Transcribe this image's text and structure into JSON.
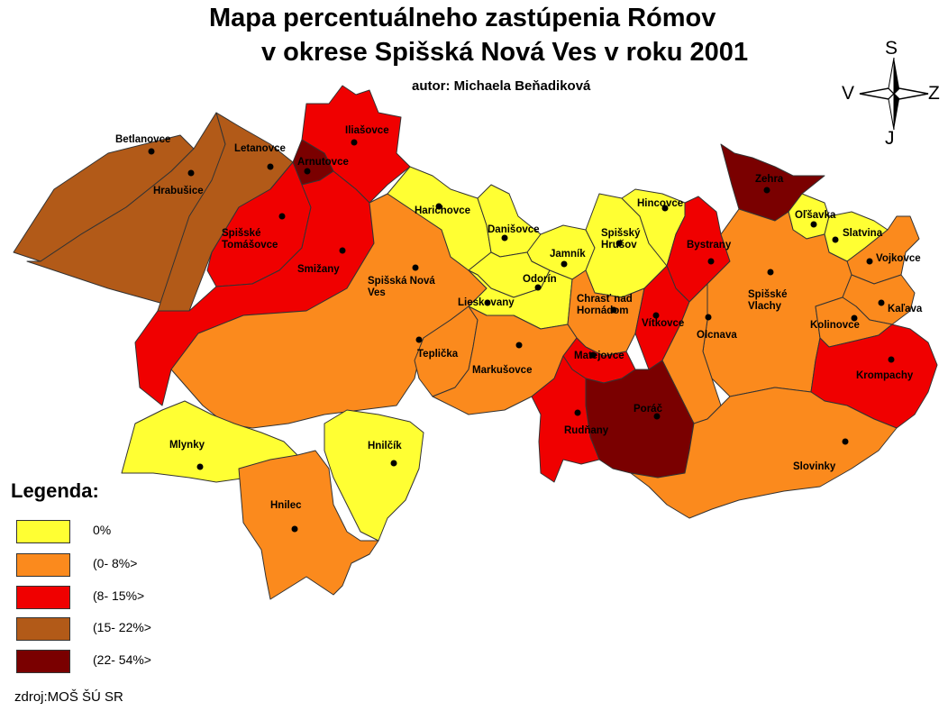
{
  "title_line1": "Mapa percentuálneho zastúpenia Rómov",
  "title_line2": "v okrese Spišská Nová Ves v roku 2001",
  "author": "autor: Michaela Beňadiková",
  "compass": {
    "north": "S",
    "south": "J",
    "west": "V",
    "east": "Z"
  },
  "legend": {
    "title": "Legenda:",
    "items": [
      {
        "label": "0%",
        "color": "#ffff33"
      },
      {
        "label": "(0- 8%>",
        "color": "#fb8a1d"
      },
      {
        "label": "(8- 15%>",
        "color": "#f00000"
      },
      {
        "label": "(15- 22%>",
        "color": "#b25a18"
      },
      {
        "label": "(22- 54%>",
        "color": "#7a0000"
      }
    ]
  },
  "source": "zdroj:MOŠ ŠÚ SR",
  "municipalities": [
    {
      "name": "Betlanovce",
      "class": 3
    },
    {
      "name": "Hrabušice",
      "class": 3
    },
    {
      "name": "Letanovce",
      "class": 3
    },
    {
      "name": "Iliašovce",
      "class": 2
    },
    {
      "name": "Arnutovce",
      "class": 4
    },
    {
      "name": "Spišské Tomášovce",
      "class": 2
    },
    {
      "name": "Smižany",
      "class": 2
    },
    {
      "name": "Spišská Nová Ves",
      "class": 1
    },
    {
      "name": "Harichovce",
      "class": 0
    },
    {
      "name": "Danišovce",
      "class": 0
    },
    {
      "name": "Jamník",
      "class": 0
    },
    {
      "name": "Odorín",
      "class": 0
    },
    {
      "name": "Lieskovany",
      "class": 0
    },
    {
      "name": "Spišský Hrušov",
      "class": 0
    },
    {
      "name": "Hincovce",
      "class": 0
    },
    {
      "name": "Bystrany",
      "class": 2
    },
    {
      "name": "Zehra",
      "class": 4
    },
    {
      "name": "Oľšavka",
      "class": 0
    },
    {
      "name": "Slatvina",
      "class": 0
    },
    {
      "name": "Vojkovce",
      "class": 1
    },
    {
      "name": "Spišské Vlachy",
      "class": 1
    },
    {
      "name": "Kaľava",
      "class": 1
    },
    {
      "name": "Kolinovce",
      "class": 1
    },
    {
      "name": "Krompachy",
      "class": 2
    },
    {
      "name": "Chrasť nad Hornádom",
      "class": 1
    },
    {
      "name": "Vítkovce",
      "class": 2
    },
    {
      "name": "Olcnava",
      "class": 1
    },
    {
      "name": "Teplička",
      "class": 1
    },
    {
      "name": "Markušovce",
      "class": 1
    },
    {
      "name": "Matejovce",
      "class": 2
    },
    {
      "name": "Poráč",
      "class": 4
    },
    {
      "name": "Rudňany",
      "class": 2
    },
    {
      "name": "Slovinky",
      "class": 1
    },
    {
      "name": "Mlynky",
      "class": 0
    },
    {
      "name": "Hnilčík",
      "class": 0
    },
    {
      "name": "Hnilec",
      "class": 1
    }
  ]
}
